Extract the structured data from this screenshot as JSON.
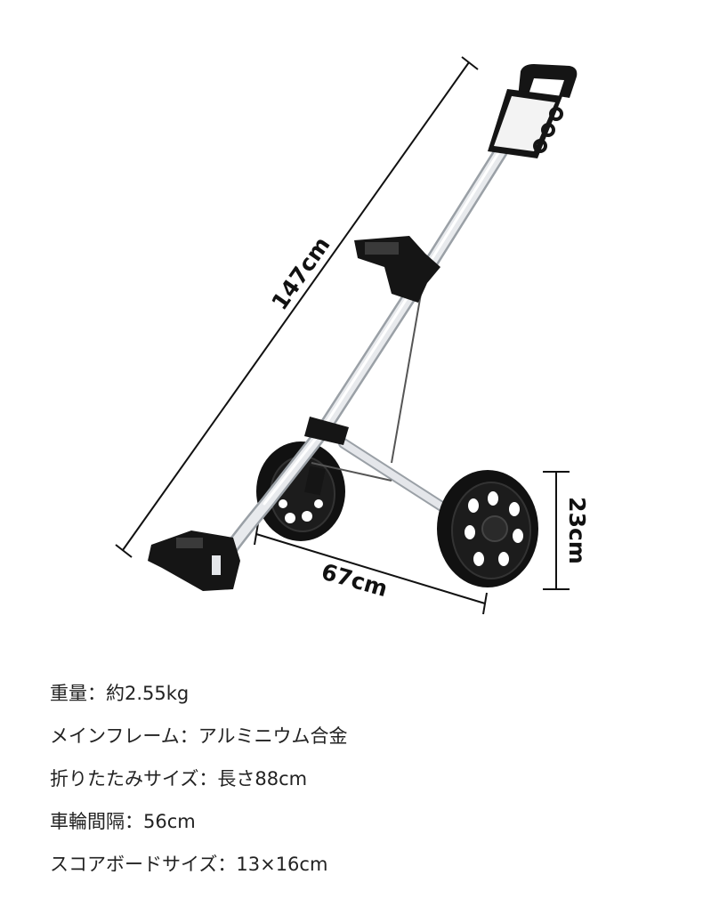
{
  "dimensions": {
    "length": "147cm",
    "width": "67cm",
    "wheel": "23cm"
  },
  "specs": [
    {
      "label": "重量",
      "separator": "：",
      "value": "約2.55kg"
    },
    {
      "label": "メインフレーム",
      "separator": "：",
      "value": "アルミニウム合金"
    },
    {
      "label": "折りたたみサイズ",
      "separator": "：",
      "value": "長さ88cm"
    },
    {
      "label": "車輪間隔",
      "separator": "：",
      "value": "56cm"
    },
    {
      "label": "スコアボードサイズ",
      "separator": "：",
      "value": "13×16cm"
    }
  ],
  "colors": {
    "frame": "#d9dce0",
    "frame_edge": "#9aa0a6",
    "parts": "#151515",
    "text": "#222222"
  }
}
